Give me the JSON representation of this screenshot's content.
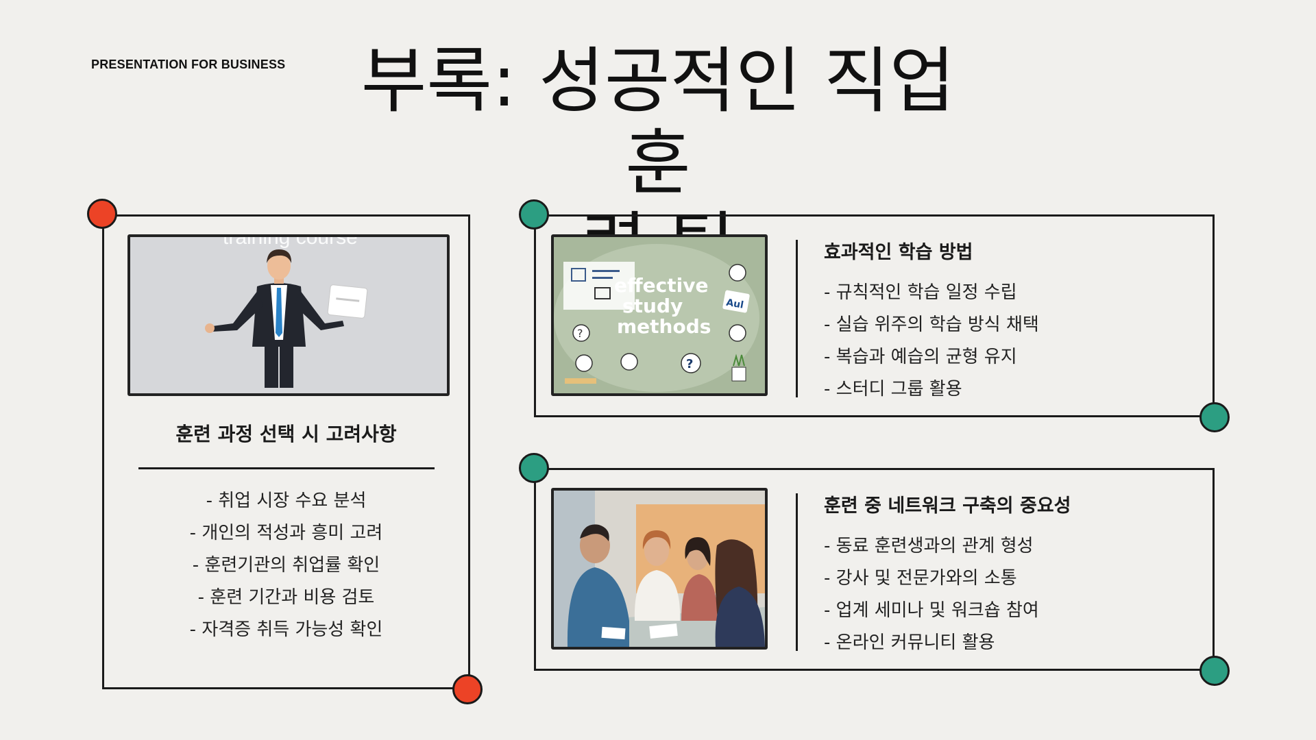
{
  "brand": "PRESENTATION FOR BUSINESS",
  "title_line1": "부록: 성공적인 직업훈",
  "title_line2": "련 팁",
  "colors": {
    "background": "#f1f0ed",
    "accent_red": "#ec4326",
    "accent_teal": "#2c9e82",
    "line": "#1a1a1a"
  },
  "left_card": {
    "image_caption": "training course",
    "heading": "훈련 과정 선택 시 고려사항",
    "items": [
      "- 취업 시장 수요 분석",
      "- 개인의 적성과 흥미 고려",
      "- 훈련기관의 취업률 확인",
      "- 훈련 기간과 비용 검토",
      "- 자격증 취득 가능성 확인"
    ]
  },
  "study_card": {
    "image_text": [
      "effective",
      "study",
      "methods"
    ],
    "image_badge": "Aul",
    "heading": "효과적인 학습 방법",
    "items": [
      "- 규칙적인 학습 일정 수립",
      "- 실습 위주의 학습 방식 채택",
      "- 복습과 예습의 균형 유지",
      "- 스터디 그룹 활용"
    ]
  },
  "network_card": {
    "heading": "훈련 중 네트워크 구축의 중요성",
    "items": [
      "- 동료 훈련생과의 관계 형성",
      "- 강사 및 전문가와의 소통",
      "- 업계 세미나 및 워크숍 참여",
      "- 온라인 커뮤니티 활용"
    ]
  }
}
